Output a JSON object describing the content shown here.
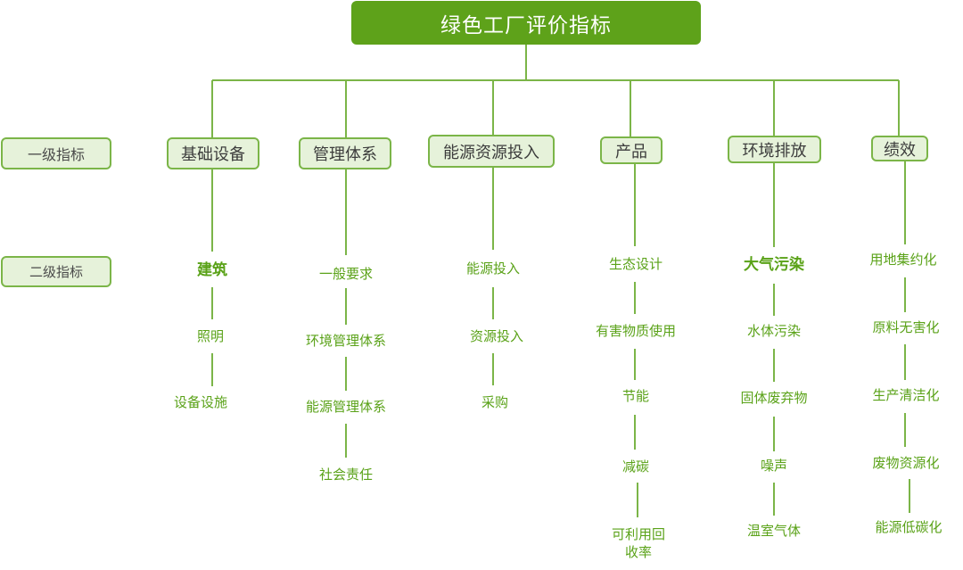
{
  "title": "绿色工厂评价指标",
  "level_labels": {
    "first": "一级指标",
    "second": "二级指标"
  },
  "categories": [
    {
      "name": "基础设备",
      "items": [
        "建筑",
        "照明",
        "设备设施"
      ]
    },
    {
      "name": "管理体系",
      "items": [
        "一般要求",
        "环境管理体系",
        "能源管理体系",
        "社会责任"
      ]
    },
    {
      "name": "能源资源投入",
      "items": [
        "能源投入",
        "资源投入",
        "采购"
      ]
    },
    {
      "name": "产品",
      "items": [
        "生态设计",
        "有害物质使用",
        "节能",
        "减碳",
        "可利用回收率"
      ]
    },
    {
      "name": "环境排放",
      "items": [
        "大气污染",
        "水体污染",
        "固体废弃物",
        "噪声",
        "温室气体"
      ]
    },
    {
      "name": "绩效",
      "items": [
        "用地集约化",
        "原料无害化",
        "生产清洁化",
        "废物资源化",
        "能源低碳化"
      ]
    }
  ],
  "colors": {
    "accent": "#5ea21a",
    "box_fill": "#e6f2da",
    "line": "#7bb548"
  }
}
